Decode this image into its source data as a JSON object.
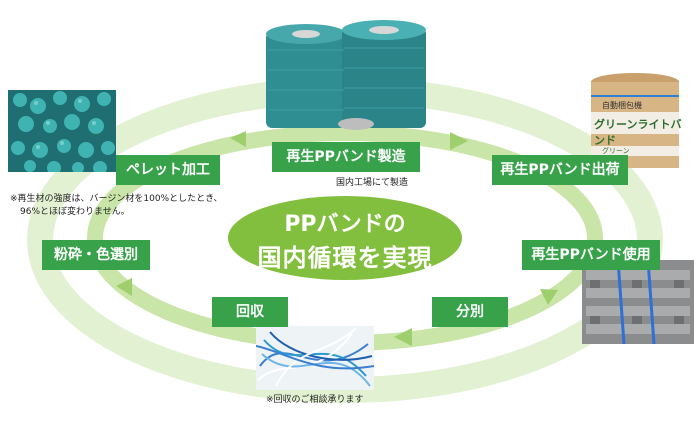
{
  "center": {
    "line1": "PPバンドの",
    "line2": "国内循環を実現"
  },
  "steps": {
    "manufacture": "再生PPバンド製造",
    "ship": "再生PPバンド出荷",
    "use": "再生PPバンド使用",
    "sort": "分別",
    "collect": "回収",
    "crush": "粉砕・色選別",
    "pellet": "ペレット加工"
  },
  "notes": {
    "domestic": "国内工場にて製造",
    "strength_line1": "※再生材の強度は、バージン材を100%としたとき、",
    "strength_line2": "96%とほぼ変わりません。",
    "consult": "※回収のご相談承ります"
  },
  "box_labels": {
    "top": "自動梱包機",
    "brand": "グリーンライトバンド",
    "bottom": "グリーン"
  },
  "colors": {
    "label_green": "#37a24a",
    "center_green": "#83bf3e",
    "ring_green": "#dceec9",
    "arrow_green": "#b9dc8e",
    "band_teal": "#2f8e92"
  }
}
